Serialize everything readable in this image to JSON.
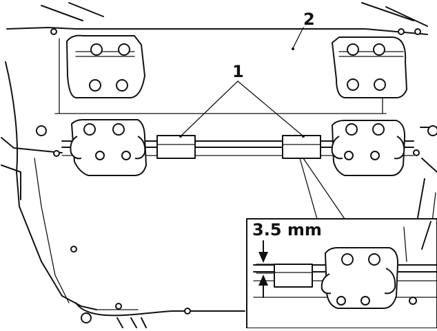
{
  "labels": {
    "callout_1": "1",
    "callout_2": "2",
    "measurement": "3.5 mm"
  },
  "colors": {
    "line": "#111111",
    "background": "#ffffff"
  }
}
